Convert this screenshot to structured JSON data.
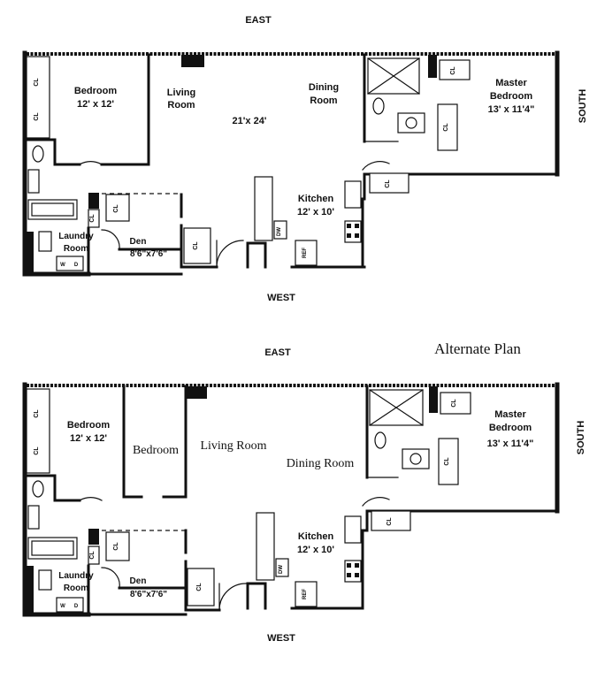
{
  "plans": [
    {
      "compass": {
        "top": "EAST",
        "bottom": "WEST",
        "right": "SOUTH"
      },
      "rooms": {
        "bedroom": {
          "name": "Bedroom",
          "size": "12' x 12'"
        },
        "living": {
          "name_line1": "Living",
          "name_line2": "Room"
        },
        "living_size": "21'x 24'",
        "dining": {
          "name_line1": "Dining",
          "name_line2": "Room"
        },
        "master": {
          "name_line1": "Master",
          "name_line2": "Bedroom",
          "size": "13' x 11'4\""
        },
        "kitchen": {
          "name": "Kitchen",
          "size": "12' x 10'"
        },
        "laundry": {
          "name_line1": "Laundry",
          "name_line2": "Room"
        },
        "den": {
          "name": "Den",
          "size": "8'6\"x7'6\""
        }
      }
    },
    {
      "title": "Alternate Plan",
      "compass": {
        "top": "EAST",
        "bottom": "WEST",
        "right": "SOUTH"
      },
      "rooms": {
        "bedroom": {
          "name": "Bedroom",
          "size": "12' x 12'"
        },
        "bedroom2": "Bedroom",
        "living": "Living Room",
        "dining": "Dining Room",
        "master": {
          "name_line1": "Master",
          "name_line2": "Bedroom",
          "size": "13' x 11'4\""
        },
        "kitchen": {
          "name": "Kitchen",
          "size": "12' x 10'"
        },
        "laundry": {
          "name_line1": "Laundry",
          "name_line2": "Room"
        },
        "den": {
          "name": "Den",
          "size": "8'6\"x7'6\""
        }
      }
    }
  ],
  "closet_label": "CL",
  "fixture_labels": {
    "refrigerator": "REF",
    "dishwasher": "DW",
    "washer": "W",
    "dryer": "D"
  }
}
